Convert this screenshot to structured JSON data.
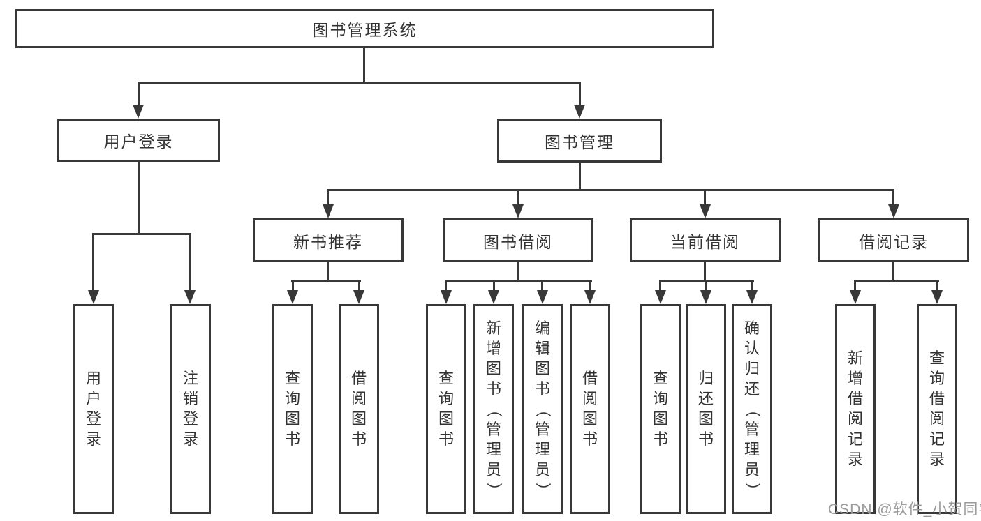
{
  "diagram": {
    "root": {
      "label": "图书管理系统"
    },
    "branches": [
      {
        "label": "用户登录",
        "children": [
          {
            "label": "用户登录"
          },
          {
            "label": "注销登录"
          }
        ]
      },
      {
        "label": "图书管理",
        "groups": [
          {
            "label": "新书推荐",
            "children": [
              {
                "label": "查询图书"
              },
              {
                "label": "借阅图书"
              }
            ]
          },
          {
            "label": "图书借阅",
            "children": [
              {
                "label": "查询图书"
              },
              {
                "label": "新增图书（管理员）"
              },
              {
                "label": "编辑图书（管理员）"
              },
              {
                "label": "借阅图书"
              }
            ]
          },
          {
            "label": "当前借阅",
            "children": [
              {
                "label": "查询图书"
              },
              {
                "label": "归还图书"
              },
              {
                "label": "确认归还（管理员）"
              }
            ]
          },
          {
            "label": "借阅记录",
            "children": [
              {
                "label": "新增借阅记录"
              },
              {
                "label": "查询借阅记录"
              }
            ]
          }
        ]
      }
    ]
  },
  "watermark": {
    "text": "CSDN @软件_小贺同学"
  },
  "colors": {
    "line": "#383838",
    "text": "#333333",
    "watermark": "#9b9b9b",
    "background": "#ffffff"
  }
}
